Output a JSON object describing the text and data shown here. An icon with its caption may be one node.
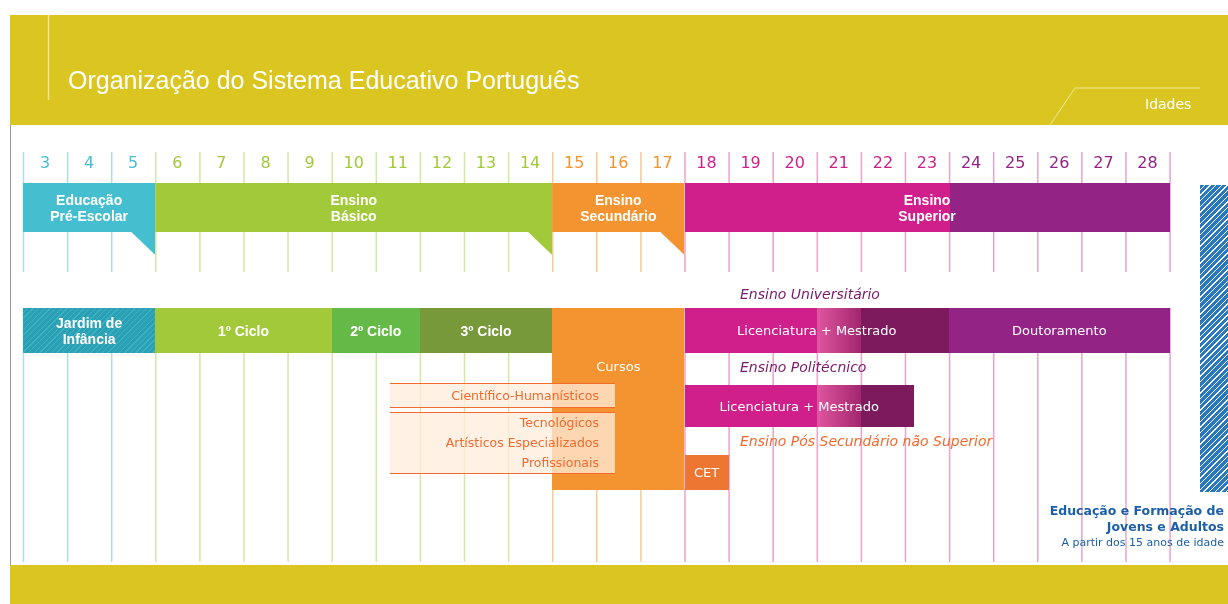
{
  "diagram": {
    "title": "Organização do Sistema Educativo Português",
    "nodes": [
      {
        "text": [
          "Educação Pré-Escolar"
        ]
      },
      {
        "text": [
          "Ensino Básico"
        ]
      },
      {
        "text": [
          "Ensino Secundário"
        ]
      },
      {
        "text": [
          "Ensino Superior"
        ]
      },
      {
        "text": [
          "Jardim de Infância"
        ]
      },
      {
        "text": [
          "1º Ciclo"
        ]
      },
      {
        "text": [
          "2º Ciclo"
        ]
      },
      {
        "text": [
          "3º Ciclo"
        ]
      },
      {
        "text": [
          "Cursos"
        ]
      },
      {
        "text": [
          "Científico-Humanísticos"
        ]
      },
      {
        "text": [
          "Tecnológicos",
          "Artísticos Especializados",
          "Profissionais"
        ]
      },
      {
        "text": [
          "Licenciatura + Mestrado"
        ]
      },
      {
        "text": [
          "Doutoramento"
        ]
      },
      {
        "text": [
          "Licenciatura + Mestrado"
        ]
      },
      {
        "text": [
          "CET"
        ]
      },
      {
        "text": [
          "Educação e Formação de Jovens e Adultos",
          "A partir dos 15 anos de idade"
        ]
      }
    ],
    "labels": [
      "Idades",
      "3",
      "4",
      "5",
      "6",
      "7",
      "8",
      "9",
      "10",
      "11",
      "12",
      "13",
      "14",
      "15",
      "16",
      "17",
      "18",
      "19",
      "20",
      "21",
      "22",
      "23",
      "24",
      "25",
      "26",
      "27",
      "28",
      "Ensino Universitário",
      "Ensino Politécnico",
      "Ensino Pós Secundário não Superior"
    ]
  }
}
